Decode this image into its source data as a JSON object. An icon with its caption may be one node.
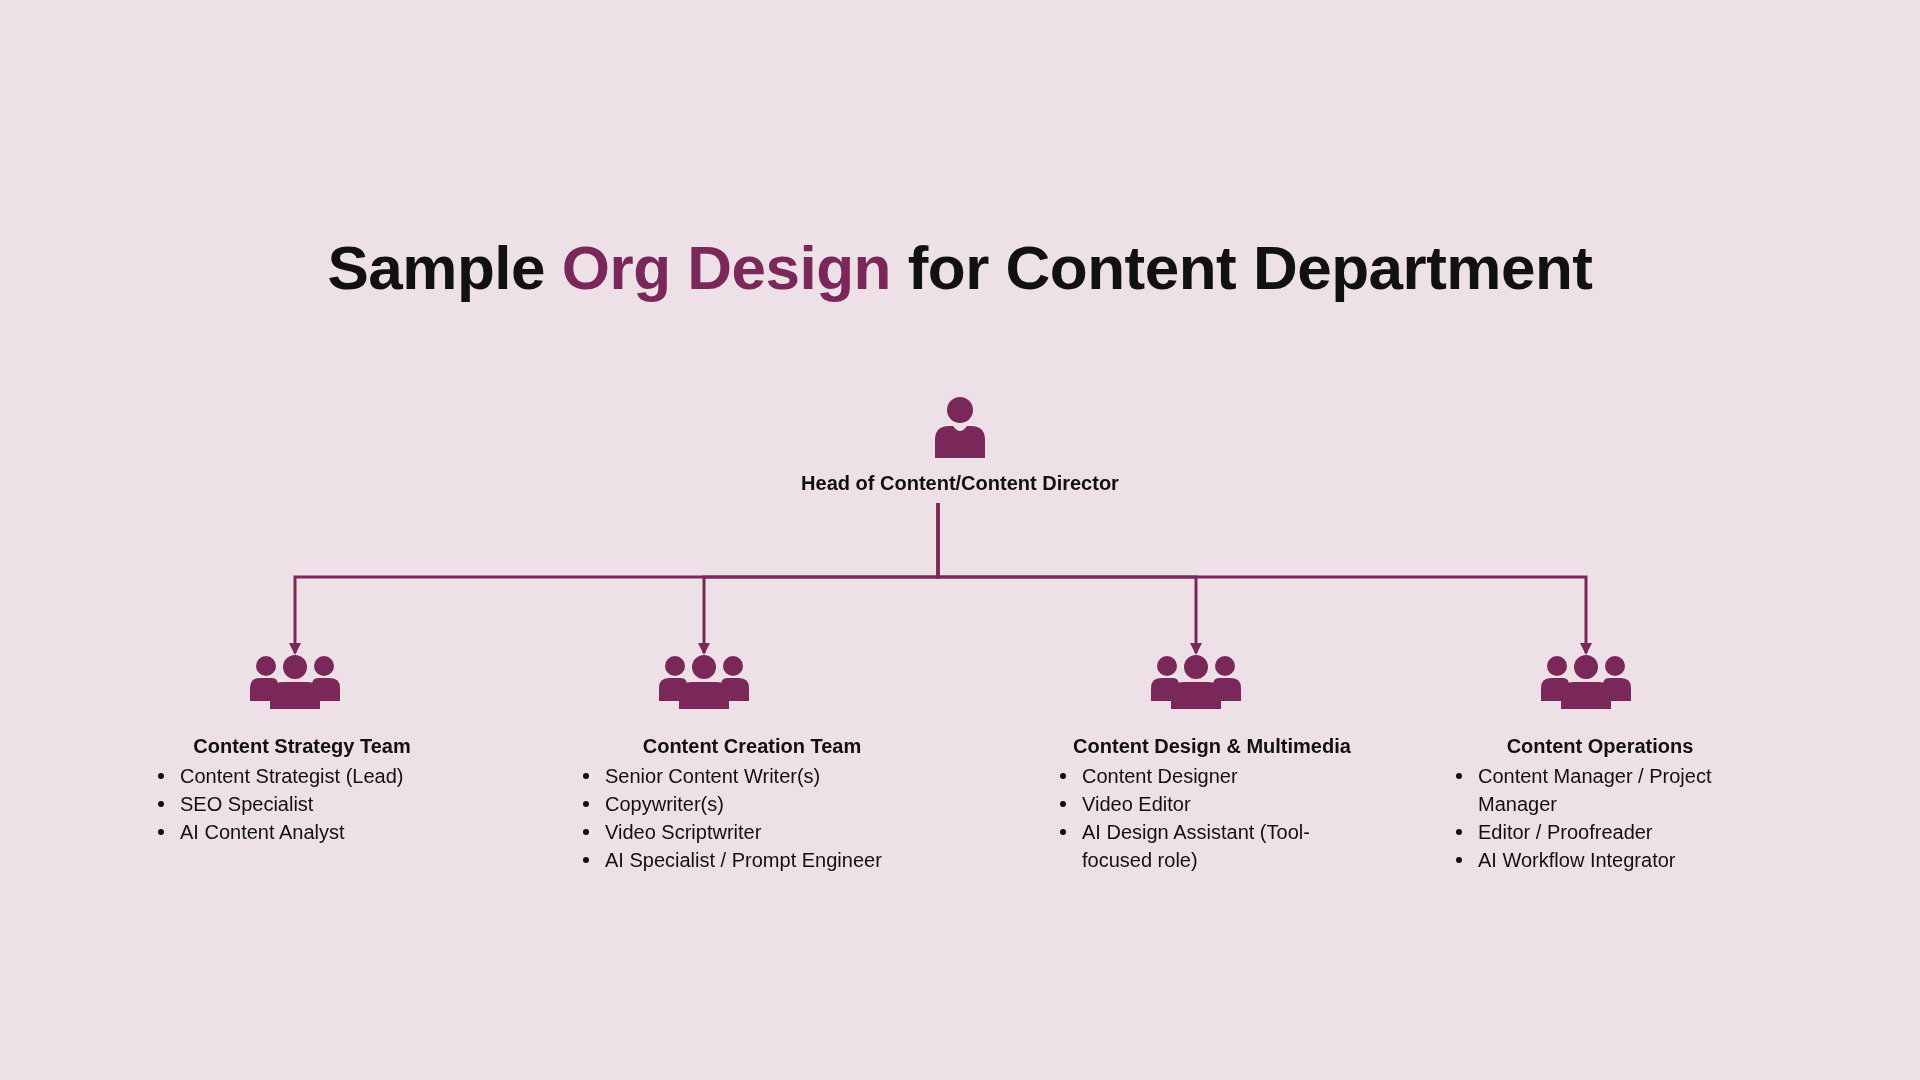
{
  "diagram": {
    "title": "Sample **Org Design** for Content Department",
    "nodes": [
      {
        "text": [
          "Head of Content/Content Director"
        ]
      },
      {
        "text": [
          "Content Strategy Team",
          "Content Strategist (Lead)",
          "SEO Specialist",
          "AI Content Analyst"
        ]
      },
      {
        "text": [
          "Content Creation Team",
          "Senior Content Writer(s)",
          "Copywriter(s)",
          "Video Scriptwriter",
          "AI Specialist / Prompt Engineer"
        ]
      },
      {
        "text": [
          "Content Design & Multimedia",
          "Content Designer",
          "Video Editor",
          "AI Design Assistant (Tool-focused role)"
        ]
      },
      {
        "text": [
          "Content Operations",
          "Content Manager / Project Manager",
          "Editor / Proofreader",
          "AI Workflow Integrator"
        ]
      }
    ],
    "edges": [
      {
        "from": 0,
        "to": 1,
        "arrow": "to"
      },
      {
        "from": 0,
        "to": 2,
        "arrow": "to"
      },
      {
        "from": 0,
        "to": 3,
        "arrow": "to"
      },
      {
        "from": 0,
        "to": 4,
        "arrow": "to"
      }
    ]
  }
}
